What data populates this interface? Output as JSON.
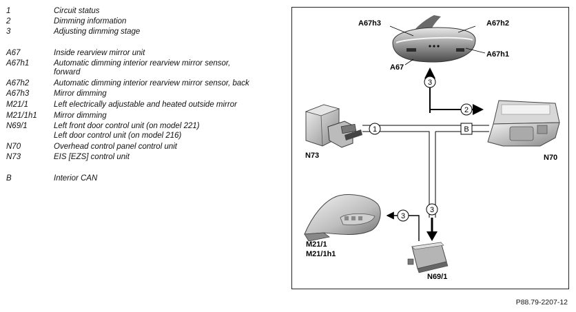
{
  "legend": {
    "items": [
      {
        "code": "1",
        "desc": "Circuit status"
      },
      {
        "code": "2",
        "desc": "Dimming information"
      },
      {
        "code": "3",
        "desc": "Adjusting dimming stage"
      },
      {
        "code": "A67",
        "desc": "Inside rearview mirror unit"
      },
      {
        "code": "A67h1",
        "desc": "Automatic dimming interior rearview mirror sensor, forward"
      },
      {
        "code": "A67h2",
        "desc": "Automatic dimming interior rearview mirror sensor, back"
      },
      {
        "code": "A67h3",
        "desc": "Mirror dimming"
      },
      {
        "code": "M21/1",
        "desc": "Left electrically adjustable and heated outside mirror"
      },
      {
        "code": "M21/1h1",
        "desc": "Mirror dimming"
      },
      {
        "code": "N69/1",
        "desc": "Left front door control unit (on model 221)"
      },
      {
        "code": "",
        "desc": "Left door control unit (on model 216)"
      },
      {
        "code": "N70",
        "desc": "Overhead control panel control unit"
      },
      {
        "code": "N73",
        "desc": "EIS [EZS] control unit"
      },
      {
        "code": "B",
        "desc": "Interior CAN"
      }
    ]
  },
  "diagram": {
    "labels": {
      "a67h3": "A67h3",
      "a67h2": "A67h2",
      "a67h1": "A67h1",
      "a67": "A67",
      "n73": "N73",
      "n70": "N70",
      "m21_1": "M21/1",
      "m21_1h1": "M21/1h1",
      "n69_1": "N69/1"
    },
    "markers": {
      "status": "1",
      "dimming_info": "2",
      "adjust_mirror": "3",
      "adjust_door": "3",
      "adjust_up": "3",
      "bus": "B"
    }
  },
  "footer": {
    "ref": "P88.79-2207-12"
  }
}
